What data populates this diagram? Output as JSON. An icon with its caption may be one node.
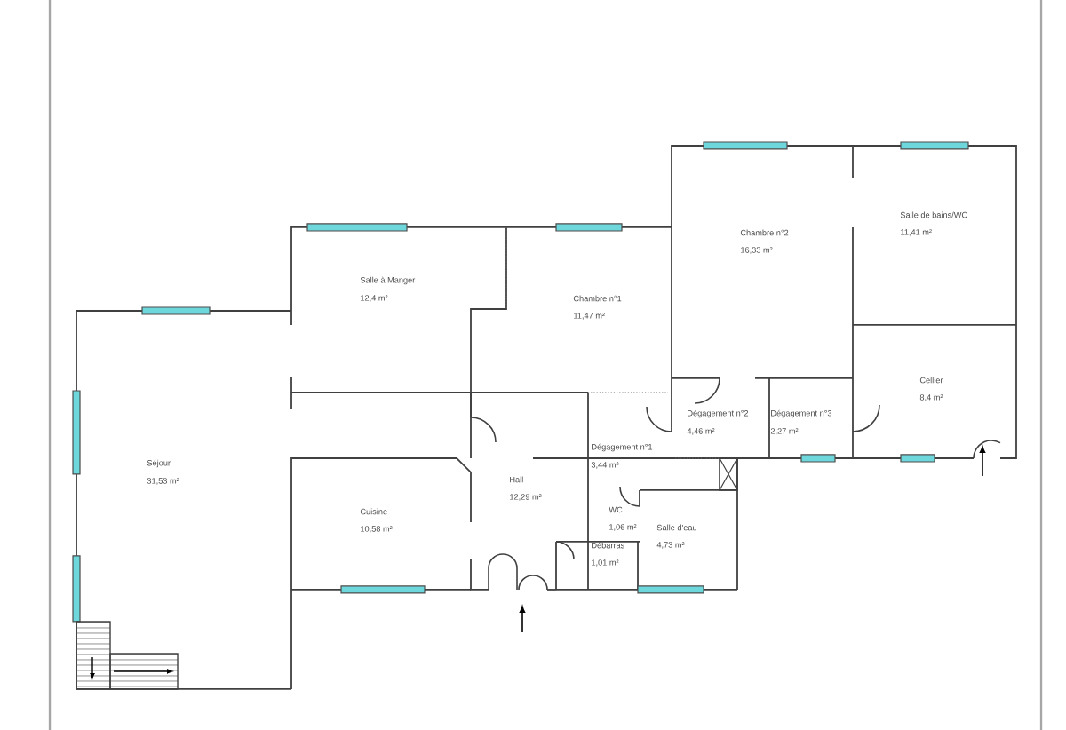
{
  "diagram": {
    "labels": [
      "Chambre n°2",
      "16,33 m²",
      "Salle de bains/WC",
      "11,41 m²",
      "Salle à Manger",
      "12,4 m²",
      "Chambre n°1",
      "11,47 m²",
      "Cellier",
      "8,4 m²",
      "Dégagement n°2",
      "4,46 m²",
      "Dégagement n°3",
      "2,27 m²",
      "Dégagement n°1",
      "3,44 m²",
      "Séjour",
      "31,53 m²",
      "Hall",
      "12,29 m²",
      "Cuisine",
      "10,58 m²",
      "WC",
      "1,06 m²",
      "Salle d'eau",
      "4,73 m²",
      "Débarras",
      "1,01 m²"
    ]
  }
}
